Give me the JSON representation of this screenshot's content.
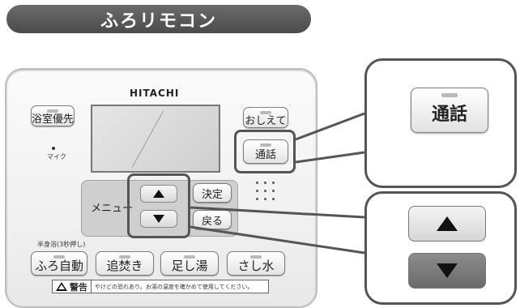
{
  "title": "ふろリモコン",
  "brand": "HITACHI",
  "buttons": {
    "bathroom_priority": "浴室優先",
    "oshiete": "おしえて",
    "call": "通話",
    "menu": "メニュー",
    "decide": "決定",
    "back": "戻る",
    "auto_bath": "ふろ自動",
    "reheat": "追焚き",
    "add_hot_water": "足し湯",
    "add_water": "さし水"
  },
  "mic_label": "マイク",
  "half_bath_note": "半身浴(3秒押し)",
  "warning": {
    "title": "警告",
    "text": "やけどの恐れあり。お湯の温度を確かめて使用してください。"
  },
  "callouts": {
    "call_label": "通話"
  },
  "colors": {
    "title_bg": "#5a5a5a",
    "highlight_border": "#555555",
    "menu_panel": "#cfcfcf"
  },
  "icons": [
    "arrow-up-icon",
    "arrow-down-icon",
    "warning-icon",
    "speaker-icon",
    "mic-icon"
  ]
}
